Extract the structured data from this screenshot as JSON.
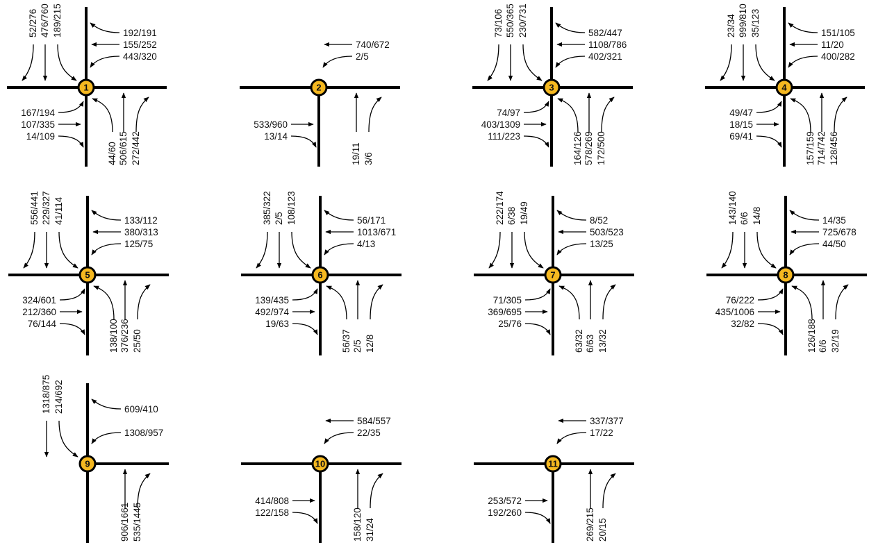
{
  "colors": {
    "road": "#000000",
    "marker_fill": "#f5b820",
    "marker_stroke": "#000000",
    "text": "#111111"
  },
  "intersections": [
    {
      "id": "1",
      "n": [
        "52/276",
        "476/760",
        "189/215"
      ],
      "e": [
        "192/191",
        "155/252",
        "443/320"
      ],
      "w": [
        "167/194",
        "107/335",
        "14/109"
      ],
      "s": [
        "44/60",
        "506/615",
        "272/442"
      ]
    },
    {
      "id": "2",
      "n": [],
      "e": [
        "",
        "740/672",
        "2/5"
      ],
      "w": [
        "",
        "533/960",
        "13/14"
      ],
      "s": [
        "",
        "19/11",
        "3/6"
      ]
    },
    {
      "id": "3",
      "n": [
        "73/106",
        "550/365",
        "230/731"
      ],
      "e": [
        "582/447",
        "1108/786",
        "402/321"
      ],
      "w": [
        "74/97",
        "403/1309",
        "111/223"
      ],
      "s": [
        "164/126",
        "578/269",
        "172/500"
      ]
    },
    {
      "id": "4",
      "n": [
        "23/34",
        "999/810",
        "35/123"
      ],
      "e": [
        "151/105",
        "11/20",
        "400/282"
      ],
      "w": [
        "49/47",
        "18/15",
        "69/41"
      ],
      "s": [
        "157/159",
        "714/742",
        "128/456"
      ]
    },
    {
      "id": "5",
      "n": [
        "556/441",
        "229/327",
        "41/114"
      ],
      "e": [
        "133/112",
        "380/313",
        "125/75"
      ],
      "w": [
        "324/601",
        "212/360",
        "76/144"
      ],
      "s": [
        "138/100",
        "376/236",
        "25/50"
      ]
    },
    {
      "id": "6",
      "n": [
        "385/322",
        "2/5",
        "108/123"
      ],
      "e": [
        "56/171",
        "1013/671",
        "4/13"
      ],
      "w": [
        "139/435",
        "492/974",
        "19/63"
      ],
      "s": [
        "56/37",
        "2/5",
        "12/8"
      ]
    },
    {
      "id": "7",
      "n": [
        "222/174",
        "6/38",
        "19/49"
      ],
      "e": [
        "8/52",
        "503/523",
        "13/25"
      ],
      "w": [
        "71/305",
        "369/695",
        "25/76"
      ],
      "s": [
        "63/32",
        "6/63",
        "13/32"
      ]
    },
    {
      "id": "8",
      "n": [
        "143/140",
        "6/6",
        "14/8"
      ],
      "e": [
        "14/35",
        "725/678",
        "44/50"
      ],
      "w": [
        "76/222",
        "435/1006",
        "32/82"
      ],
      "s": [
        "126/188",
        "6/6",
        "32/19"
      ]
    },
    {
      "id": "9",
      "n": [
        "",
        "1318/875",
        "214/692"
      ],
      "e": [
        "609/410",
        "",
        "1308/957"
      ],
      "w": [],
      "s": [
        "",
        "906/1661",
        "535/1445"
      ]
    },
    {
      "id": "10",
      "n": [],
      "e": [
        "",
        "584/557",
        "22/35"
      ],
      "w": [
        "",
        "414/808",
        "122/158"
      ],
      "s": [
        "",
        "158/120",
        "31/24"
      ]
    },
    {
      "id": "11",
      "n": [],
      "e": [
        "",
        "337/377",
        "17/22"
      ],
      "w": [
        "",
        "253/572",
        "192/260"
      ],
      "s": [
        "",
        "269/215",
        "20/15"
      ]
    }
  ]
}
